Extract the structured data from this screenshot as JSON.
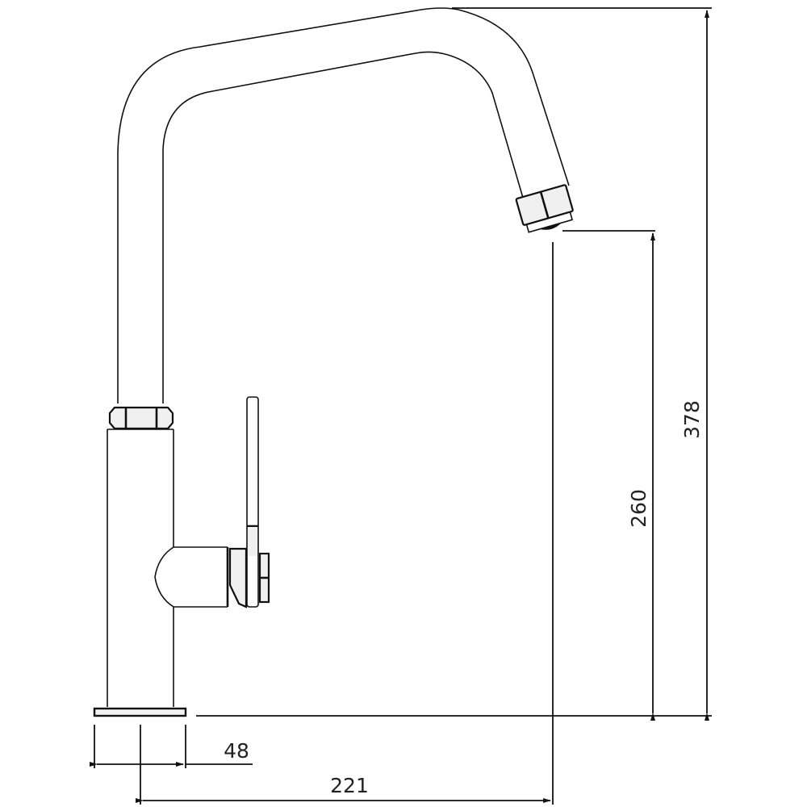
{
  "drawing": {
    "subject": "Kitchen mixer tap side elevation",
    "units": "mm"
  },
  "dimensions": {
    "overall_height": {
      "label": "378",
      "value": 378
    },
    "spout_outlet_height": {
      "label": "260",
      "value": 260
    },
    "spout_reach": {
      "label": "221",
      "value": 221
    },
    "base_diameter": {
      "label": "48",
      "value": 48
    }
  },
  "colors": {
    "line": "#111111",
    "fill_shade": "#f0f0f0",
    "background": "#ffffff"
  }
}
